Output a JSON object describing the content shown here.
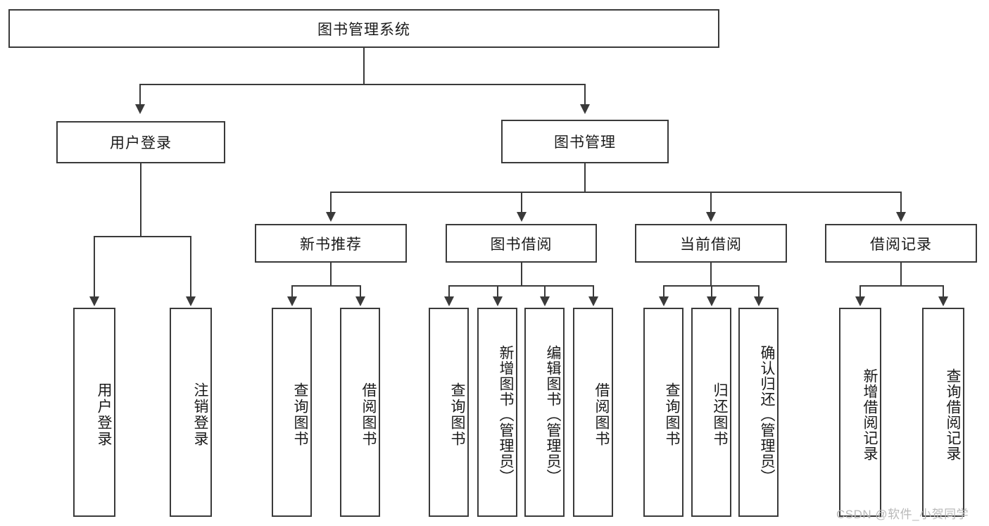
{
  "diagram": {
    "type": "tree-hierarchy",
    "root": {
      "label": "图书管理系统"
    },
    "level2": [
      {
        "label": "用户登录"
      },
      {
        "label": "图书管理"
      }
    ],
    "level3": [
      {
        "label": "新书推荐"
      },
      {
        "label": "图书借阅"
      },
      {
        "label": "当前借阅"
      },
      {
        "label": "借阅记录"
      }
    ],
    "leaves": {
      "user_login": [
        {
          "label": "用户登录"
        },
        {
          "label": "注销登录"
        }
      ],
      "new_book_recommend": [
        {
          "label": "查询图书"
        },
        {
          "label": "借阅图书"
        }
      ],
      "book_borrow": [
        {
          "label": "查询图书"
        },
        {
          "label": "新增图书（管理员）"
        },
        {
          "label": "编辑图书（管理员）"
        },
        {
          "label": "借阅图书"
        }
      ],
      "current_borrow": [
        {
          "label": "查询图书"
        },
        {
          "label": "归还图书"
        },
        {
          "label": "确认归还（管理员）"
        }
      ],
      "borrow_record": [
        {
          "label": "新增借阅记录"
        },
        {
          "label": "查询借阅记录"
        }
      ]
    }
  },
  "watermark": {
    "text": "CSDN @软件_小贺同学"
  },
  "colors": {
    "stroke": "#3a3a3a",
    "text": "#1a1a1a",
    "background": "#ffffff",
    "watermark": "#b9b9b9"
  }
}
